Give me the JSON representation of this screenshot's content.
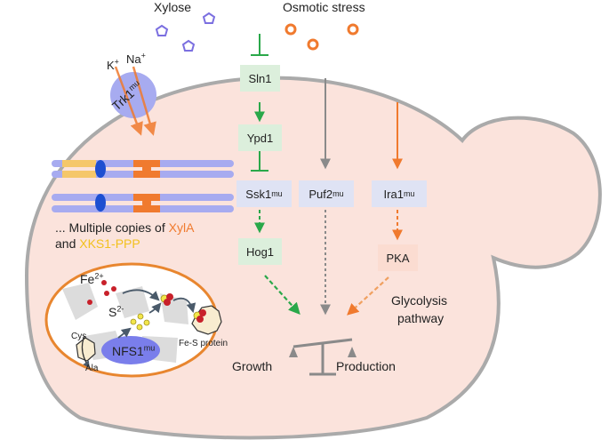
{
  "inputs": {
    "xylose": "Xylose",
    "osmotic_stress": "Osmotic stress"
  },
  "transporter": {
    "label": "Trk1",
    "sup": "mu",
    "ion_k": "K",
    "ion_k_sup": "+",
    "ion_na": "Na",
    "ion_na_sup": "+"
  },
  "pathway": {
    "sln1": "Sln1",
    "ypd1": "Ypd1",
    "ssk1": "Ssk1",
    "ssk1_sup": "mu",
    "puf2": "Puf2",
    "puf2_sup": "mu",
    "ira1": "Ira1",
    "ira1_sup": "mu",
    "hog1": "Hog1",
    "pka": "PKA"
  },
  "glycolysis": {
    "line1": "Glycolysis",
    "line2": "pathway"
  },
  "copies": {
    "prefix": "... Multiple copies of ",
    "gene1": "XylA",
    "joiner": "and ",
    "gene2": "XKS1-PPP"
  },
  "mito": {
    "fe": "Fe",
    "fe_sup": "2+",
    "s": "S",
    "s_sup": "2-",
    "cys": "Cys",
    "ala": "Ala",
    "nfs1": "NFS1",
    "nfs1_sup": "mu",
    "fes_protein": "Fe-S protein"
  },
  "outputs": {
    "growth": "Growth",
    "production": "Production"
  },
  "colors": {
    "cell_fill": "#fbe3dc",
    "cell_stroke": "#aaaaaa",
    "membrane_blue": "#a7abf0",
    "accent_orange": "#f07a2e",
    "accent_yellow": "#f2c11e",
    "arrow_green": "#2aa84a",
    "arrow_gray": "#8a8a8a"
  }
}
